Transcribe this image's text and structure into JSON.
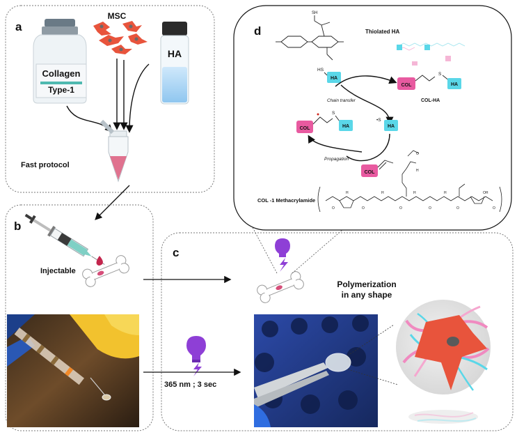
{
  "panels": {
    "a": {
      "letter": "a",
      "msc_label": "MSC",
      "collagen_label_1": "Collagen",
      "collagen_label_2": "Type-1",
      "ha_label": "HA",
      "protocol_label": "Fast protocol"
    },
    "b": {
      "letter": "b",
      "injectable_label": "Injectable",
      "uv_label": "365 nm ; 3 sec"
    },
    "c": {
      "letter": "c",
      "polymerization_line1": "Polymerization",
      "polymerization_line2": "in any shape"
    },
    "d": {
      "letter": "d",
      "thiolated_ha": "Thiolated HA",
      "hs": "HS",
      "ha": "HA",
      "col": "COL",
      "col_ha": "COL-HA",
      "chain_transfer": "Chain transfer",
      "propagation": "Propagation",
      "s": "S",
      "radical_s": "•S",
      "methacrylamide": "COL -1 Methacrylamide",
      "sh": "SH"
    }
  },
  "colors": {
    "col_tag": "#e85aa0",
    "ha_tag": "#5ad7e8",
    "msc_cell": "#e8543c",
    "uv_bulb": "#8e3fd6",
    "hydrogel_pink": "#e0728f"
  }
}
